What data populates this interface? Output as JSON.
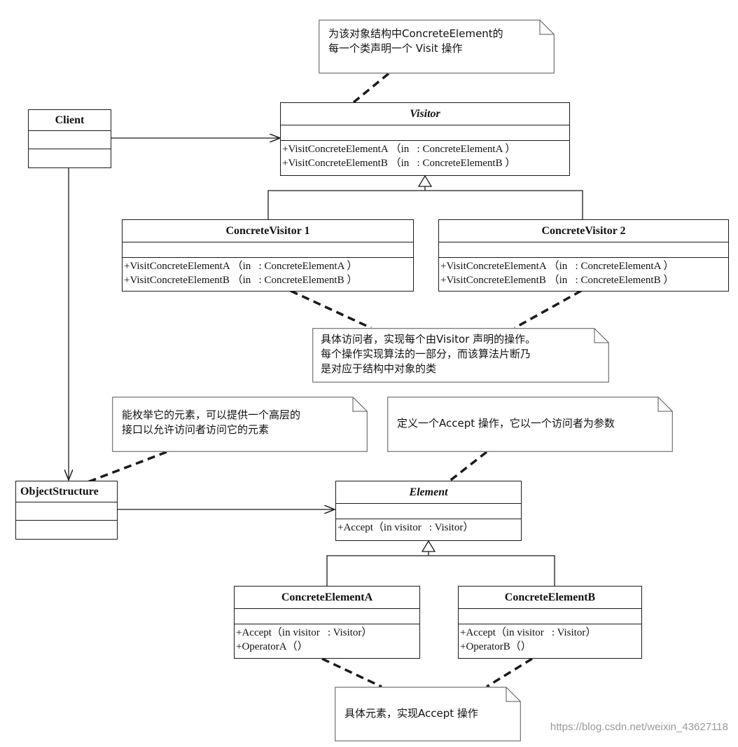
{
  "classes": {
    "client": {
      "name": "Client"
    },
    "visitor": {
      "name": "Visitor",
      "ops": [
        "+VisitConcreteElementA （in   : ConcreteElementA ）",
        "+VisitConcreteElementB （in   : ConcreteElementB ）"
      ]
    },
    "concrete_visitor_1": {
      "name": "ConcreteVisitor 1",
      "ops": [
        "+VisitConcreteElementA （in   : ConcreteElementA ）",
        "+VisitConcreteElementB （in   : ConcreteElementB ）"
      ]
    },
    "concrete_visitor_2": {
      "name": "ConcreteVisitor 2",
      "ops": [
        "+VisitConcreteElementA （in   : ConcreteElementA ）",
        "+VisitConcreteElementB （in   : ConcreteElementB ）"
      ]
    },
    "object_structure": {
      "name": "ObjectStructure"
    },
    "element": {
      "name": "Element",
      "ops": [
        "+Accept（in visitor   : Visitor）"
      ]
    },
    "concrete_element_a": {
      "name": "ConcreteElementA",
      "ops": [
        "+Accept（in visitor   : Visitor）",
        "+OperatorA（）"
      ]
    },
    "concrete_element_b": {
      "name": "ConcreteElementB",
      "ops": [
        "+Accept（in visitor   : Visitor）",
        "+OperatorB（）"
      ]
    }
  },
  "notes": {
    "visitor_note": "为该对象结构中ConcreteElement的\n每一个类声明一个 Visit 操作",
    "concrete_visitor_note": "具体访问者，实现每个由Visitor 声明的操作。\n每个操作实现算法的一部分，而该算法片断乃\n是对应于结构中对象的类",
    "object_structure_note": "能枚举它的元素，可以提供一个高层的\n接口以允许访问者访问它的元素",
    "element_note": "定义一个Accept 操作，它以一个访问者为参数",
    "concrete_element_note": "具体元素，实现Accept 操作"
  },
  "watermark": "https://blog.csdn.net/weixin_43627118"
}
